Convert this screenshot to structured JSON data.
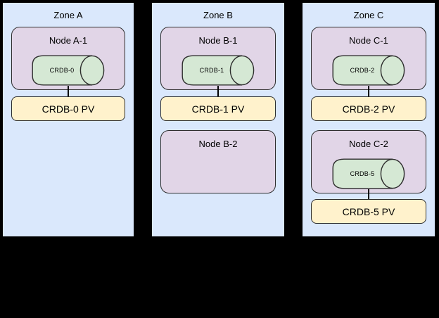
{
  "colors": {
    "background": "#000000",
    "zone_fill": "#dae8fc",
    "zone_border": "#000000",
    "node_fill": "#e1d5e7",
    "cylinder_fill": "#d5e8d4",
    "pv_fill": "#fff2cc",
    "shape_border": "#2e2e2e",
    "text": "#000000"
  },
  "zones": [
    {
      "title": "Zone A",
      "nodes": [
        {
          "label": "Node A-1",
          "cylinder": "CRDB-0",
          "pv": "CRDB-0 PV"
        }
      ]
    },
    {
      "title": "Zone B",
      "nodes": [
        {
          "label": "Node B-1",
          "cylinder": "CRDB-1",
          "pv": "CRDB-1 PV"
        },
        {
          "label": "Node B-2"
        }
      ]
    },
    {
      "title": "Zone C",
      "nodes": [
        {
          "label": "Node C-1",
          "cylinder": "CRDB-2",
          "pv": "CRDB-2 PV"
        },
        {
          "label": "Node C-2",
          "cylinder": "CRDB-5",
          "pv": "CRDB-5 PV"
        }
      ]
    }
  ]
}
